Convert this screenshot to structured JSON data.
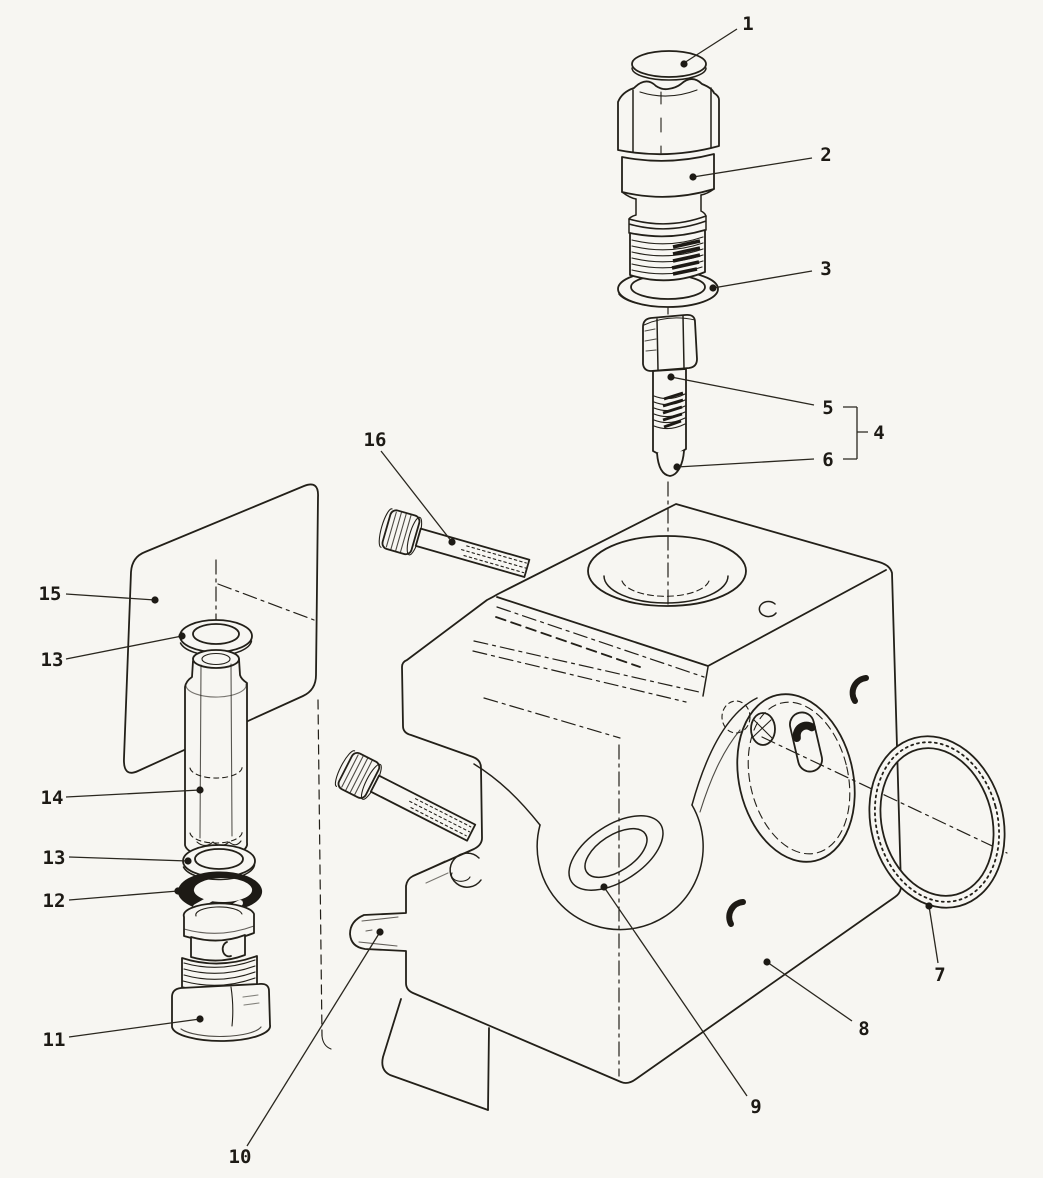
{
  "figure": {
    "kind": "exploded-parts-line-drawing",
    "subject": "valve body assembly",
    "paper_color": "#f7f6f2",
    "ink_color": "#232019",
    "parts_shown": 16
  },
  "callouts": [
    {
      "id": "callout-1",
      "label": "1"
    },
    {
      "id": "callout-2",
      "label": "2"
    },
    {
      "id": "callout-3",
      "label": "3"
    },
    {
      "id": "callout-5",
      "label": "5"
    },
    {
      "id": "callout-4",
      "label": "4"
    },
    {
      "id": "callout-6",
      "label": "6"
    },
    {
      "id": "callout-16",
      "label": "16"
    },
    {
      "id": "callout-15",
      "label": "15"
    },
    {
      "id": "callout-13-upper",
      "label": "13"
    },
    {
      "id": "callout-14",
      "label": "14"
    },
    {
      "id": "callout-13-lower",
      "label": "13"
    },
    {
      "id": "callout-12",
      "label": "12"
    },
    {
      "id": "callout-11",
      "label": "11"
    },
    {
      "id": "callout-10",
      "label": "10"
    },
    {
      "id": "callout-9",
      "label": "9"
    },
    {
      "id": "callout-8",
      "label": "8"
    },
    {
      "id": "callout-7",
      "label": "7"
    }
  ]
}
